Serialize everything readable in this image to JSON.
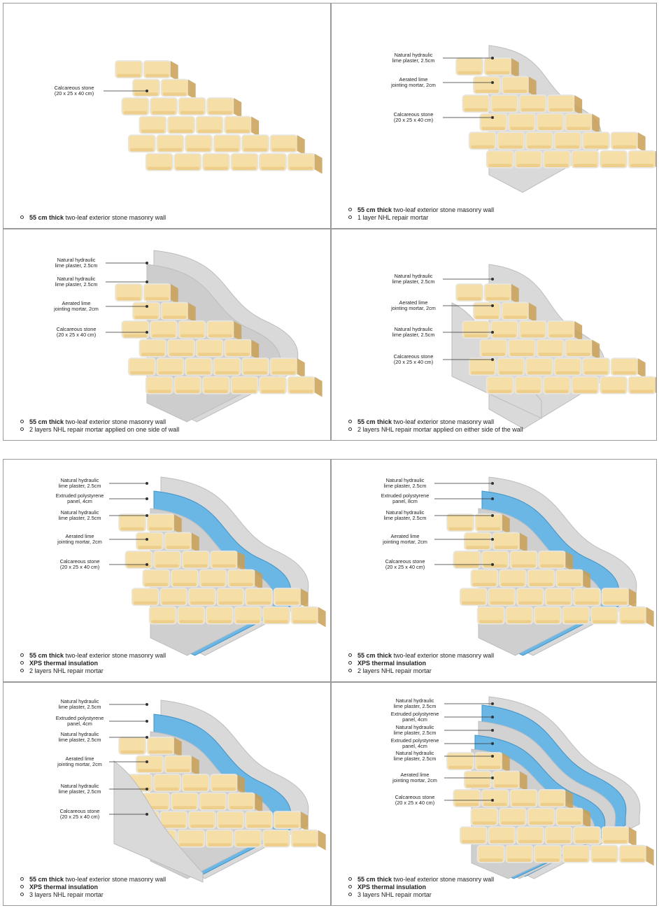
{
  "colors": {
    "stone_light": "#f6dfa6",
    "stone_mid": "#e9c57c",
    "stone_shadow": "#c99f55",
    "mortar": "#e8e6df",
    "plaster": "#d9d9d9",
    "plaster_edge": "#bdbdbd",
    "xps": "#6ab7e6",
    "xps_edge": "#3d93c9",
    "border": "#9a9a9a"
  },
  "panels": [
    {
      "labels": [
        {
          "l1": "Calcareous stone",
          "l2": "(20 x 25 x 40 cm)"
        }
      ],
      "bullets": [
        {
          "bold": "55 cm thick",
          "text": " two-leaf exterior stone masonry wall"
        }
      ]
    },
    {
      "labels": [
        {
          "l1": "Natural hydraulic",
          "l2": "lime plaster, 2.5cm"
        },
        {
          "l1": "Aerated lime",
          "l2": "jointing mortar, 2cm"
        },
        {
          "l1": "Calcareous stone",
          "l2": "(20 x 25 x 40 cm)"
        }
      ],
      "bullets": [
        {
          "bold": "55 cm thick",
          "text": " two-leaf exterior stone masonry wall"
        },
        {
          "bold": "",
          "text": "1 layer NHL repair mortar"
        }
      ]
    },
    {
      "labels": [
        {
          "l1": "Natural hydraulic",
          "l2": "lime plaster, 2.5cm"
        },
        {
          "l1": "Natural hydraulic",
          "l2": "lime plaster, 2.5cm"
        },
        {
          "l1": "Aerated lime",
          "l2": "jointing mortar, 2cm"
        },
        {
          "l1": "Calcareous stone",
          "l2": "(20 x 25 x 40 cm)"
        }
      ],
      "bullets": [
        {
          "bold": "55 cm thick",
          "text": " two-leaf exterior stone masonry wall"
        },
        {
          "bold": "",
          "text": "2 layers NHL repair mortar applied on one side of wall"
        }
      ]
    },
    {
      "labels": [
        {
          "l1": "Natural hydraulic",
          "l2": "lime plaster, 2.5cm"
        },
        {
          "l1": "Aerated lime",
          "l2": "jointing mortar, 2cm"
        },
        {
          "l1": "Natural hydraulic",
          "l2": "lime plaster, 2.5cm"
        },
        {
          "l1": "Calcareous stone",
          "l2": "(20 x 25 x 40 cm)"
        }
      ],
      "bullets": [
        {
          "bold": "55 cm thick",
          "text": " two-leaf exterior stone masonry wall"
        },
        {
          "bold": "",
          "text": "2 layers NHL repair mortar applied on either side of the wall"
        }
      ]
    },
    {
      "labels": [
        {
          "l1": "Natural hydraulic",
          "l2": "lime plaster, 2.5cm"
        },
        {
          "l1": "Extruded polystyrene",
          "l2": "panel, 4cm"
        },
        {
          "l1": "Natural hydraulic",
          "l2": "lime plaster, 2.5cm"
        },
        {
          "l1": "Aerated lime",
          "l2": "jointing mortar, 2cm"
        },
        {
          "l1": "Calcareous stone",
          "l2": "(20 x 25 x 40 cm)"
        }
      ],
      "bullets": [
        {
          "bold": "55 cm thick",
          "text": " two-leaf exterior stone masonry wall"
        },
        {
          "bold": "XPS thermal insulation",
          "text": ""
        },
        {
          "bold": "",
          "text": "2 layers NHL repair mortar"
        }
      ]
    },
    {
      "labels": [
        {
          "l1": "Natural hydraulic",
          "l2": "lime plaster, 2.5cm"
        },
        {
          "l1": "Extruded polystyrene",
          "l2": "panel, 8cm"
        },
        {
          "l1": "Natural hydraulic",
          "l2": "lime plaster, 2.5cm"
        },
        {
          "l1": "Aerated lime",
          "l2": "jointing mortar, 2cm"
        },
        {
          "l1": "Calcareous stone",
          "l2": "(20 x 25 x 40 cm)"
        }
      ],
      "bullets": [
        {
          "bold": "55 cm thick",
          "text": " two-leaf exterior stone masonry wall"
        },
        {
          "bold": "XPS thermal insulation",
          "text": ""
        },
        {
          "bold": "",
          "text": "2 layers NHL repair mortar"
        }
      ]
    },
    {
      "labels": [
        {
          "l1": "Natural hydraulic",
          "l2": "lime plaster, 2.5cm"
        },
        {
          "l1": "Extruded polystyrene",
          "l2": "panel, 4cm"
        },
        {
          "l1": "Natural hydraulic",
          "l2": "lime plaster, 2.5cm"
        },
        {
          "l1": "Aerated lime",
          "l2": "jointing mortar, 2cm"
        },
        {
          "l1": "Natural hydraulic",
          "l2": "lime plaster, 2.5cm"
        },
        {
          "l1": "Calcareous stone",
          "l2": "(20 x 25 x 40 cm)"
        }
      ],
      "bullets": [
        {
          "bold": "55 cm thick",
          "text": " two-leaf exterior stone masonry wall"
        },
        {
          "bold": "XPS thermal insulation",
          "text": ""
        },
        {
          "bold": "",
          "text": "3 layers NHL repair mortar"
        }
      ]
    },
    {
      "labels": [
        {
          "l1": "Natural hydraulic",
          "l2": "lime plaster, 2.5cm"
        },
        {
          "l1": "Extruded polystyrene",
          "l2": "panel, 4cm"
        },
        {
          "l1": "Natural hydraulic",
          "l2": "lime plaster, 2.5cm"
        },
        {
          "l1": "Extruded polystyrene",
          "l2": "panel, 4cm"
        },
        {
          "l1": "Natural hydraulic",
          "l2": "lime plaster, 2.5cm"
        },
        {
          "l1": "Aerated lime",
          "l2": "jointing mortar, 2cm"
        },
        {
          "l1": "Calcareous stone",
          "l2": "(20 x 25 x 40 cm)"
        }
      ],
      "bullets": [
        {
          "bold": "55 cm thick",
          "text": " two-leaf exterior stone masonry wall"
        },
        {
          "bold": "XPS thermal insulation",
          "text": ""
        },
        {
          "bold": "",
          "text": "3 layers NHL repair mortar"
        }
      ]
    }
  ]
}
